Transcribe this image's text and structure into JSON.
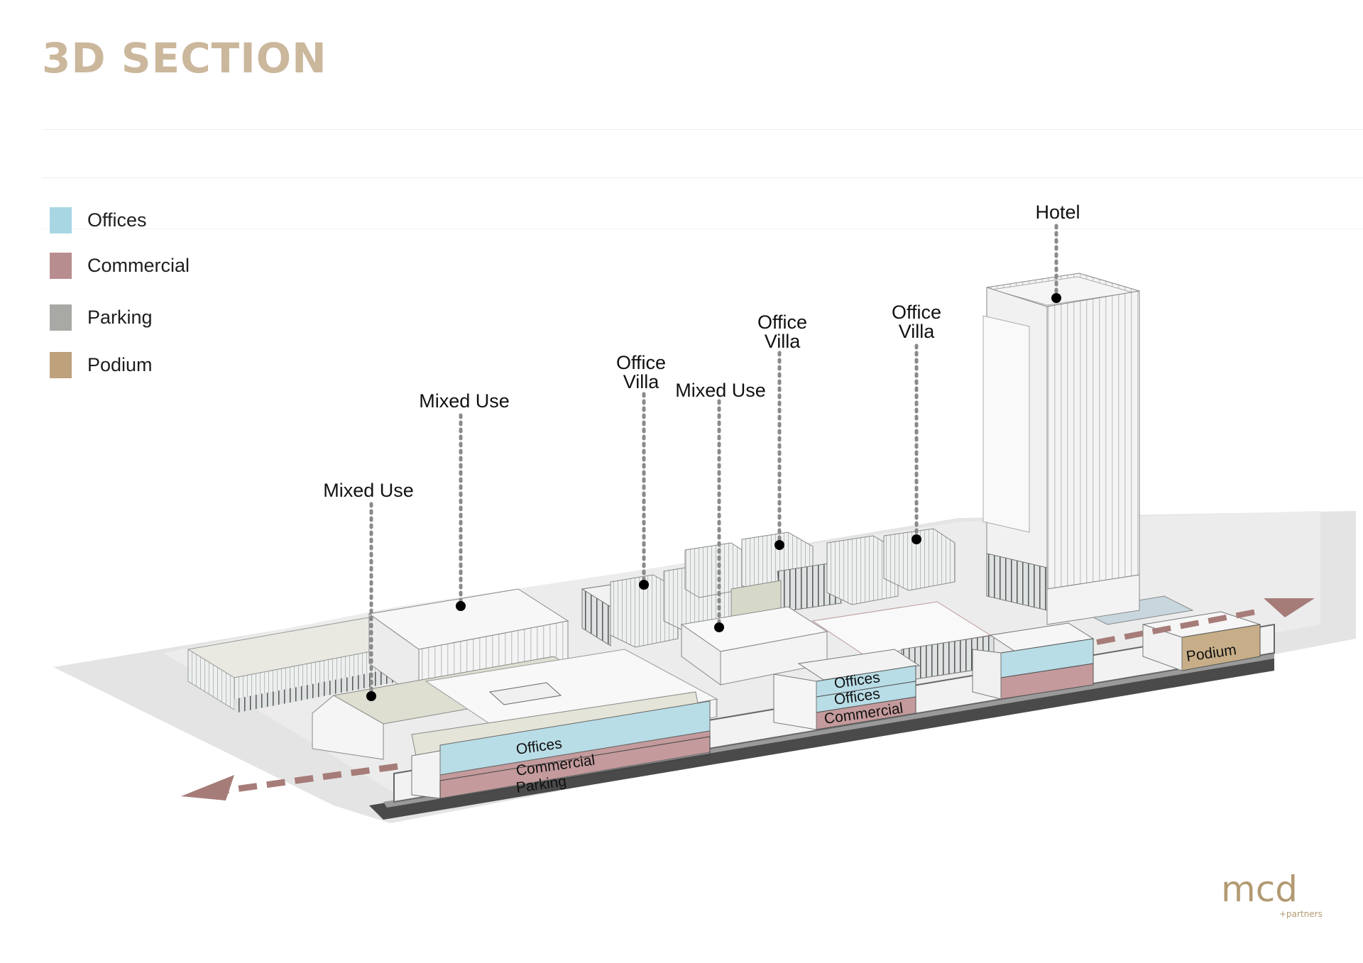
{
  "title": "3D SECTION",
  "legend": [
    {
      "label": "Offices",
      "color": "#a8d7e3"
    },
    {
      "label": "Commercial",
      "color": "#b88d8f"
    },
    {
      "label": "Parking",
      "color": "#a8a8a5"
    },
    {
      "label": "Podium",
      "color": "#bda27c"
    }
  ],
  "callouts": {
    "mixed_use_1": "Mixed Use",
    "mixed_use_2": "Mixed Use",
    "office_villa_1": "Office Villa",
    "mixed_use_3": "Mixed Use",
    "office_villa_2": "Office Villa",
    "office_villa_3": "Office Villa",
    "hotel": "Hotel"
  },
  "band_labels": {
    "front_offices": "Offices",
    "front_commercial": "Commercial",
    "front_parking": "Parking",
    "mid_offices_1": "Offices",
    "mid_offices_2": "Offices",
    "mid_commercial": "Commercial",
    "podium": "Podium"
  },
  "logo": {
    "text": "mcd",
    "sub": "+partners",
    "color": "#b39a72"
  },
  "colors": {
    "arrow": "#a67c79",
    "dot_line": "#8a8a8a",
    "building": "#f7f7f7",
    "roof_green": "#d8d9c8"
  }
}
